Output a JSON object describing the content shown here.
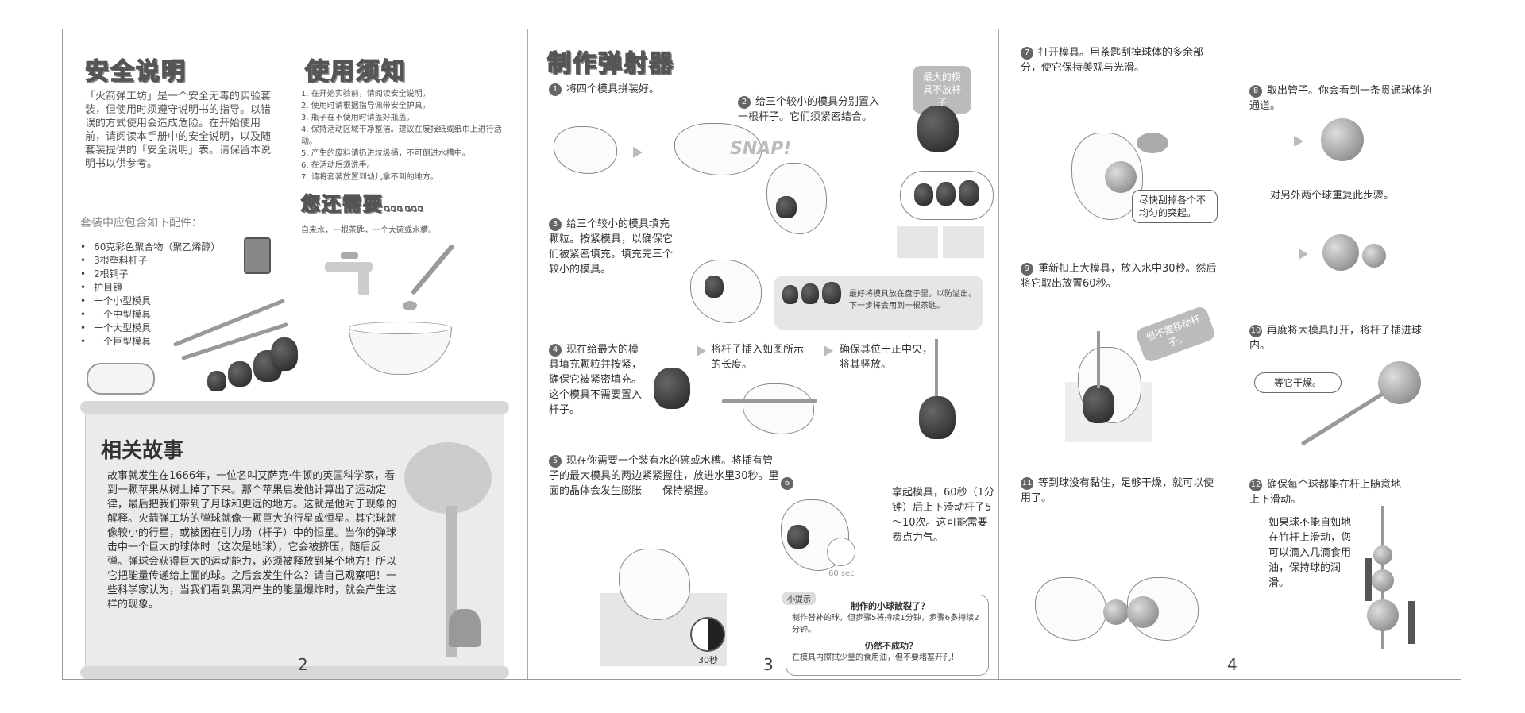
{
  "page2": {
    "safety_title": "安全说明",
    "safety_text": "「火箭弹工坊」是一个安全无毒的实验套装，但使用时须遵守说明书的指导。以错误的方式使用会造成危险。在开始使用前，请阅读本手册中的安全说明，以及随套装提供的「安全说明」表。请保留本说明书以供参考。",
    "usage_title": "使用须知",
    "usage_items": [
      "1. 在开始实验前，请阅读安全说明。",
      "2. 使用时请根据指导佩带安全护具。",
      "3. 瓶子在不使用时请盖好瓶盖。",
      "4. 保持活动区域干净整洁。建议在废报纸或纸巾上进行活动。",
      "5. 产生的废料请扔进垃圾桶，不可倒进水槽中。",
      "6. 在活动后须洗手。",
      "7. 请将套装放置到幼儿拿不到的地方。"
    ],
    "need_title": "您还需要……",
    "need_text": "自来水，一根茶匙，一个大碗或水槽。",
    "kit_title": "套装中应包含如下配件：",
    "kit_items": [
      "60克彩色聚合物（聚乙烯醇）",
      "3根塑料杆子",
      "2根铜子",
      "护目镜",
      "一个小型模具",
      "一个中型模具",
      "一个大型模具",
      "一个巨型模具"
    ],
    "story_title": "相关故事",
    "story_text": "故事就发生在1666年，一位名叫艾萨克·牛顿的英国科学家，看到一颗苹果从树上掉了下来。那个苹果启发他计算出了运动定律，最后把我们带到了月球和更远的地方。这就是他对于现象的解释。火箭弹工坊的弹球就像一颗巨大的行星或恒星。其它球就像较小的行星，或被困在引力场（杆子）中的恒星。当你的弹球击中一个巨大的球体时（这次是地球），它会被挤压，随后反弹。弹球会获得巨大的运动能力，必须被释放到某个地方！所以它把能量传递给上面的球。之后会发生什么？请自己观察吧！一些科学家认为，当我们看到黑洞产生的能量爆炸时，就会产生这样的现象。",
    "number": "2"
  },
  "page3": {
    "title": "制作弹射器",
    "step1": "将四个模具拼装好。",
    "snap": "SNAP!",
    "step2": "给三个较小的模具分别置入一根杆子。它们须紧密结合。",
    "tag_biggest": "最大的模具不放杆子",
    "step3": "给三个较小的模具填充颗粒。按紧模具，以确保它们被紧密填充。填充完三个较小的模具。",
    "tip_plate": "最好将模具放在盘子里，以防溢出。下一步将会用到一根茶匙。",
    "step4a": "现在给最大的模具填充颗粒并按紧，确保它被紧密填充。这个模具不需要置入杆子。",
    "step4b": "将杆子插入如图所示的长度。",
    "step4c": "确保其位于正中央，将其竖放。",
    "step5": "现在你需要一个装有水的碗或水槽。将插有管子的最大模具的两边紧紧握住，放进水里30秒。里面的晶体会发生膨胀——保持紧握。",
    "label_30s": "30秒",
    "step6": "拿起模具，60秒（1分钟）后上下滑动杆子5～10次。这可能需要费点力气。",
    "label_60s": "60 sec",
    "hint_label": "小提示",
    "hint_q1": "制作的小球散裂了？",
    "hint_a1": "制作替补的球，但步骤5将持续1分钟，步骤6多持续2分钟。",
    "hint_q2": "仍然不成功？",
    "hint_a2": "在模具内擦拭少量的食用油，但不要堵塞开孔！",
    "number": "3",
    "n1": "1",
    "n2": "2",
    "n3": "3",
    "n4": "4",
    "n5": "5",
    "n6": "6"
  },
  "page4": {
    "step7": "打开模具。用茶匙刮掉球体的多余部分，使它保持美观与光滑。",
    "callout7": "尽快刮掉各个不均匀的突起。",
    "step8": "取出管子。你会看到一条贯通球体的通道。",
    "step8b": "对另外两个球重复此步骤。",
    "step9": "重新扣上大模具，放入水中30秒。然后将它取出放置60秒。",
    "tag9": "但不要移动杆子。",
    "step10": "再度将大模具打开，将杆子插进球内。",
    "callout10": "等它干燥。",
    "step11": "等到球没有黏住，足够干燥，就可以使用了。",
    "step12": "确保每个球都能在杆上随意地上下滑动。",
    "step12b": "如果球不能自如地在竹杆上滑动，您可以滴入几滴食用油，保持球的润滑。",
    "number": "4",
    "n7": "7",
    "n8": "8",
    "n9": "9",
    "n10": "10",
    "n11": "11",
    "n12": "12"
  }
}
